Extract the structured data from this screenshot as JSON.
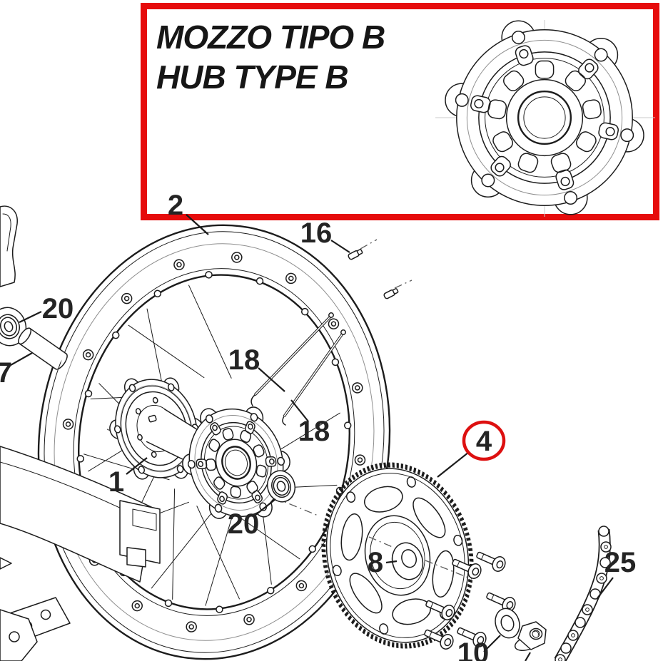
{
  "header": {
    "title_line1": "MOZZO TIPO B",
    "title_line2": "HUB TYPE B"
  },
  "colors": {
    "accent_red": "#E60C0C",
    "ink": "#1C1C1C",
    "label_ink": "#242424",
    "guide_gray": "#CBCBCB"
  },
  "callouts": {
    "rim": {
      "label": "2"
    },
    "spoke_nipple": {
      "label": "16"
    },
    "left_bearing": {
      "label": "20"
    },
    "left_spacer": {
      "label": "7"
    },
    "spoke_upper": {
      "label": "18"
    },
    "spoke_lower": {
      "label": "18"
    },
    "hub_body": {
      "label": "1"
    },
    "right_bearing": {
      "label": "20"
    },
    "sprocket": {
      "label": "4"
    },
    "sprocket_spacer": {
      "label": "8"
    },
    "chain": {
      "label": "25"
    },
    "fastener_group": {
      "label": "10"
    }
  }
}
